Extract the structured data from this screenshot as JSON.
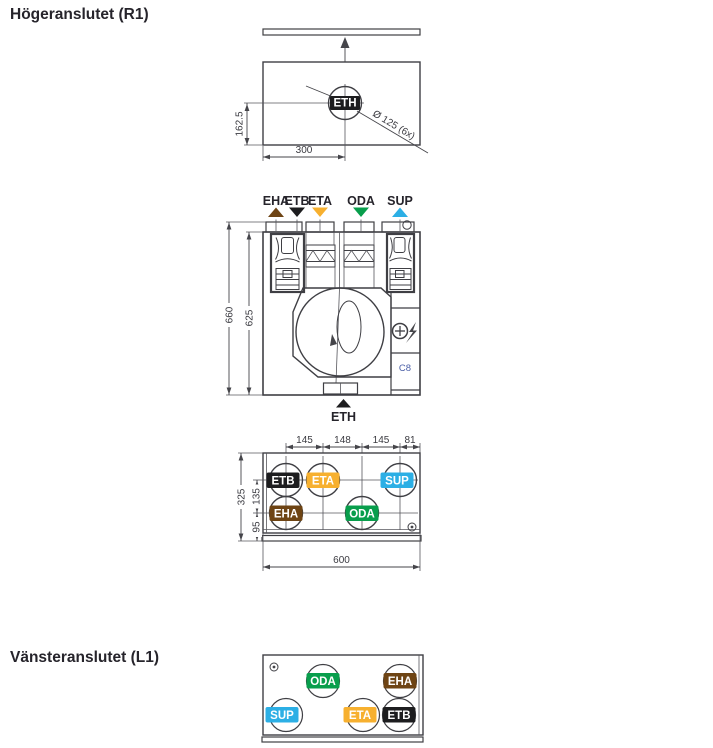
{
  "headings": {
    "right": "Högeranslutet (R1)",
    "left": "Vänsteranslutet (L1)"
  },
  "ports": {
    "eha": "EHA",
    "etb": "ETB",
    "eta": "ETA",
    "oda": "ODA",
    "sup": "SUP",
    "eth": "ETH"
  },
  "colors": {
    "eha": "#6e4414",
    "etb": "#1d1d1f",
    "eta": "#f7b02f",
    "oda": "#089e4c",
    "sup": "#2cafe5",
    "eth": "#1d1d1f",
    "c8": "#4a5ea6"
  },
  "top_view": {
    "diameter_note": "Ø 125 (6x)",
    "dim_center_to_edge": "162.5",
    "dim_center_from_left": "300"
  },
  "front_view": {
    "dim_total_height": "660",
    "dim_body_height": "625",
    "control_code": "C8"
  },
  "bottom_view": {
    "dim_spacing": [
      "145",
      "148",
      "145",
      "81"
    ],
    "dim_depth": "325",
    "dim_row_spacing": "135",
    "dim_row_to_edge": "95",
    "dim_width": "600"
  }
}
